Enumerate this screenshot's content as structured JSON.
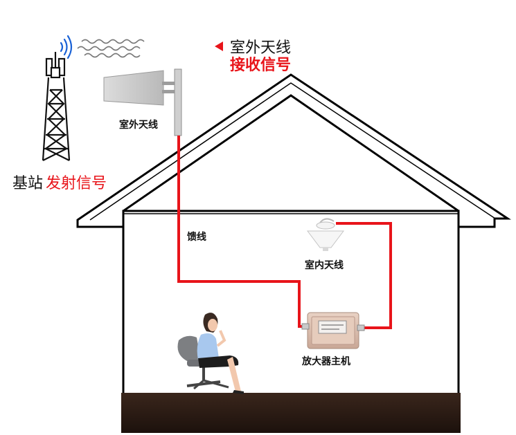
{
  "labels": {
    "outdoor_antenna_top": "室外天线",
    "receive_signal": "接收信号",
    "outdoor_antenna_small": "室外天线",
    "base_station_black": "基站",
    "base_station_red": "发射信号",
    "feeder": "馈线",
    "indoor_antenna": "室内天线",
    "amplifier": "放大器主机"
  },
  "colors": {
    "cable": "#e8141a",
    "house_outline": "#000000",
    "floor": "#2a1a14",
    "accent_red": "#e8141a"
  }
}
